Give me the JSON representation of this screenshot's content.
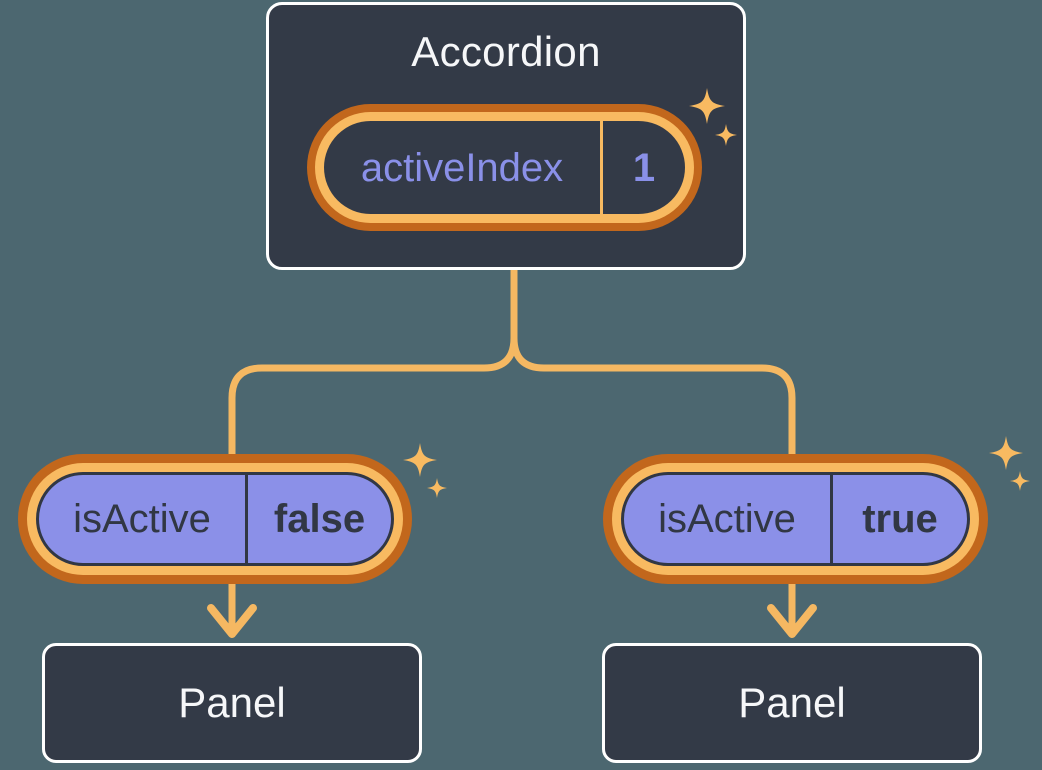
{
  "diagram": {
    "root": {
      "title": "Accordion",
      "state_pill": {
        "label": "activeIndex",
        "value": "1"
      }
    },
    "children": [
      {
        "prop_pill": {
          "label": "isActive",
          "value": "false"
        },
        "panel_label": "Panel"
      },
      {
        "prop_pill": {
          "label": "isActive",
          "value": "true"
        },
        "panel_label": "Panel"
      }
    ]
  },
  "icons": {
    "sparkle": "four-point-star-sparkle",
    "arrowhead": "downward-arrowhead"
  },
  "colors": {
    "background": "#4C6770",
    "surface": "#333A47",
    "border_white": "#FFFFFF",
    "text_light": "#F6F7F9",
    "text_dark": "#313744",
    "orange_dark": "#C2671C",
    "orange_light": "#F8BA61",
    "line_orange": "#F5B862",
    "purple_fill": "#8B90E8",
    "purple_text": "#8A90E8"
  }
}
